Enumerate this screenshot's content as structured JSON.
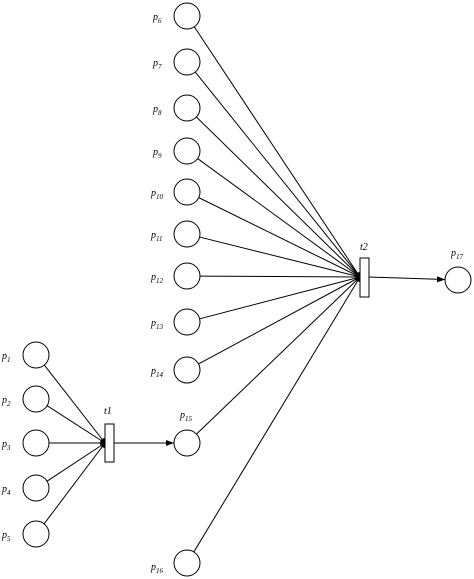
{
  "places": [
    {
      "id": "p1",
      "letter": "p",
      "sub": "1"
    },
    {
      "id": "p2",
      "letter": "p",
      "sub": "2"
    },
    {
      "id": "p3",
      "letter": "p",
      "sub": "3"
    },
    {
      "id": "p4",
      "letter": "p",
      "sub": "4"
    },
    {
      "id": "p5",
      "letter": "p",
      "sub": "5"
    },
    {
      "id": "p6",
      "letter": "p",
      "sub": "6"
    },
    {
      "id": "p7",
      "letter": "p",
      "sub": "7"
    },
    {
      "id": "p8",
      "letter": "p",
      "sub": "8"
    },
    {
      "id": "p9",
      "letter": "p",
      "sub": "9"
    },
    {
      "id": "p10",
      "letter": "p",
      "sub": "10"
    },
    {
      "id": "p11",
      "letter": "p",
      "sub": "11"
    },
    {
      "id": "p12",
      "letter": "p",
      "sub": "12"
    },
    {
      "id": "p13",
      "letter": "p",
      "sub": "13"
    },
    {
      "id": "p14",
      "letter": "p",
      "sub": "14"
    },
    {
      "id": "p15",
      "letter": "p",
      "sub": "15"
    },
    {
      "id": "p16",
      "letter": "p",
      "sub": "16"
    },
    {
      "id": "p17",
      "letter": "p",
      "sub": "17"
    }
  ],
  "transitions": [
    {
      "id": "t1",
      "label": "t1"
    },
    {
      "id": "t2",
      "label": "t2"
    }
  ],
  "arcs": [
    {
      "from": "p1",
      "to": "t1"
    },
    {
      "from": "p2",
      "to": "t1"
    },
    {
      "from": "p3",
      "to": "t1"
    },
    {
      "from": "p4",
      "to": "t1"
    },
    {
      "from": "p5",
      "to": "t1"
    },
    {
      "from": "t1",
      "to": "p15"
    },
    {
      "from": "p6",
      "to": "t2"
    },
    {
      "from": "p7",
      "to": "t2"
    },
    {
      "from": "p8",
      "to": "t2"
    },
    {
      "from": "p9",
      "to": "t2"
    },
    {
      "from": "p10",
      "to": "t2"
    },
    {
      "from": "p11",
      "to": "t2"
    },
    {
      "from": "p12",
      "to": "t2"
    },
    {
      "from": "p13",
      "to": "t2"
    },
    {
      "from": "p14",
      "to": "t2"
    },
    {
      "from": "p15",
      "to": "t2"
    },
    {
      "from": "p16",
      "to": "t2"
    },
    {
      "from": "t2",
      "to": "p17"
    }
  ]
}
